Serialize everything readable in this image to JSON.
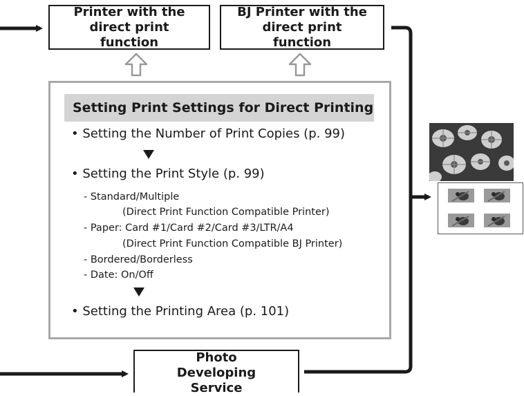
{
  "boxes": {
    "printer_direct": "Printer with the direct print function",
    "bj_printer_direct": "BJ Printer with the direct print function",
    "photo_service": "Photo Developing Service"
  },
  "settings_panel": {
    "title": "Setting Print Settings for Direct Printing",
    "items": {
      "copies": "• Setting the Number of Print Copies (p. 99)",
      "style": "• Setting the Print Style (p. 99)",
      "area": "• Setting the Printing Area (p. 101)"
    },
    "style_options": {
      "standard_multiple": "- Standard/Multiple",
      "standard_multiple_note": "(Direct Print Function Compatible Printer)",
      "paper": "- Paper: Card #1/Card #2/Card #3/LTR/A4",
      "paper_note": "(Direct Print Function Compatible  BJ Printer)",
      "border": "- Bordered/Borderless",
      "date": "- Date: On/Off"
    }
  },
  "colors": {
    "line": "#1a1a1a",
    "panel_border": "#a8a8a8",
    "title_bar": "#d4d4d4"
  },
  "icons": [
    "up-outline-arrow-icon",
    "down-triangle-icon",
    "flower-photo-image",
    "bird-thumbnail-image"
  ]
}
